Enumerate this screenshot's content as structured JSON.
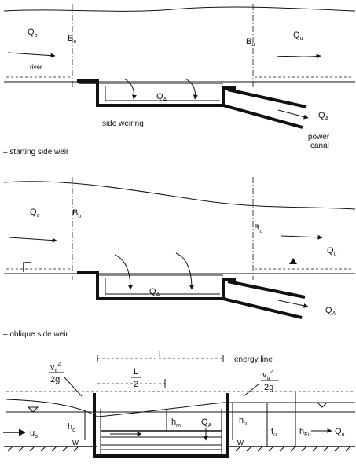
{
  "diagram1": {
    "q_o": "Q",
    "q_o_sub": "o",
    "b_o": "B",
    "b_o_sub": "o",
    "b_u": "B",
    "b_u_sub": "u",
    "q_u": "Q",
    "q_u_sub": "u",
    "river": "river",
    "q_a": "Q",
    "q_a_sub": "A",
    "q_a_out": "Q",
    "q_a_out_sub": "A",
    "side_weiring": "side weiring",
    "power": "power",
    "canal": "canal",
    "caption": "– starting side weir"
  },
  "diagram2": {
    "q_o": "Q",
    "q_o_sub": "o",
    "b_o": "B",
    "b_o_sub": "o",
    "b_u": "B",
    "b_u_sub": "u",
    "q_u": "Q",
    "q_u_sub": "u",
    "q_a": "Q",
    "q_a_sub": "A",
    "q_a_out": "Q",
    "q_a_out_sub": "A",
    "caption": "– oblique side weir"
  },
  "diagram3": {
    "l": "l",
    "energy_line": "energy line",
    "l_half_num": "L",
    "l_half_den": "2",
    "vo2": "v",
    "vo2_sub": "o",
    "vo2_sup": "2",
    "two_g_left": "2g",
    "vu2": "v",
    "vu2_sub": "u",
    "vu2_sup": "2",
    "two_g_right": "2g",
    "h_o": "h",
    "h_o_sub": "o",
    "h_m": "h",
    "h_m_sub": "m",
    "q_a": "Q",
    "q_a_sub": "A",
    "h_u": "h",
    "h_u_sub": "u",
    "t_u": "t",
    "t_u_sub": "u",
    "h_eu": "h",
    "h_eu_sub": "Eu",
    "q_u": "Q",
    "q_u_sub": "u",
    "u_o": "u",
    "u_o_sub": "o",
    "w_left": "w",
    "w_right": "w"
  }
}
